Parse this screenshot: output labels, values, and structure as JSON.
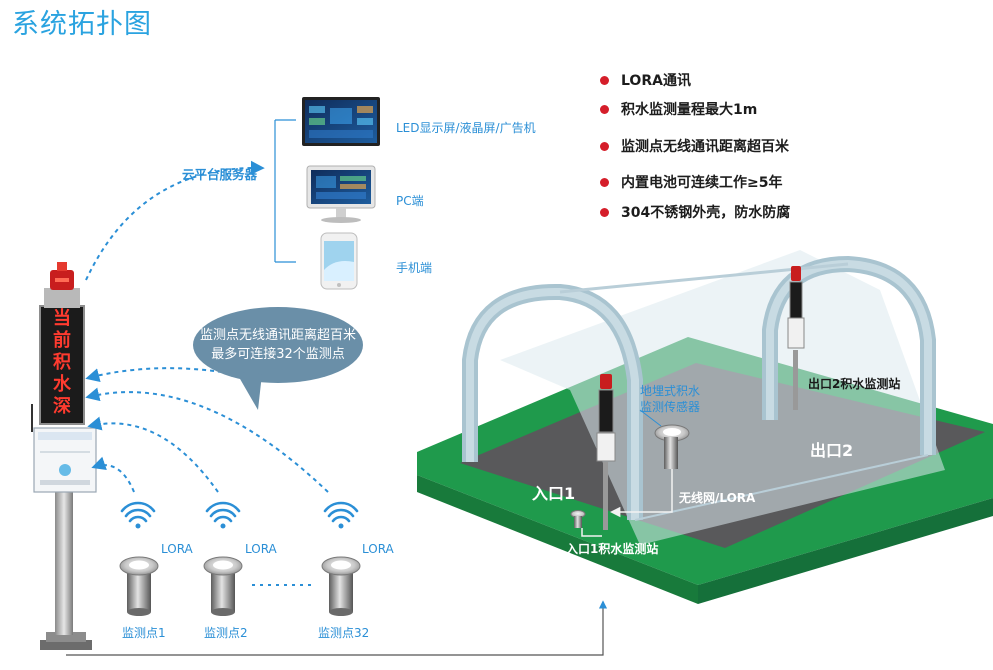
{
  "title": "系统拓扑图",
  "cloud_label": "云平台服务器",
  "terminals": {
    "led": "LED显示屏/液晶屏/广告机",
    "pc": "PC端",
    "phone": "手机端"
  },
  "features": [
    "LORA通讯",
    "积水监测量程最大1m",
    "监测点无线通讯距离超百米",
    "内置电池可连续工作≥5年",
    "304不锈钢外壳，防水防腐"
  ],
  "bubble": {
    "line1": "监测点无线通讯距离超百米",
    "line2": "最多可连接32个监测点"
  },
  "led_chars": [
    "当",
    "前",
    "积",
    "水",
    "深"
  ],
  "sensors": [
    {
      "lora": "LORA",
      "label": "监测点1"
    },
    {
      "lora": "LORA",
      "label": "监测点2"
    },
    {
      "lora": "LORA",
      "label": "监测点32"
    }
  ],
  "scene": {
    "entrance": "入口1",
    "exit": "出口2",
    "entrance_station": "入口1积水监测站",
    "exit_station": "出口2积水监测站",
    "sensor_line1": "地埋式积水",
    "sensor_line2": "监测传感器",
    "wireless": "无线网/LORA"
  },
  "colors": {
    "title": "#2aa3e0",
    "accent_blue": "#2b8fd6",
    "dot_red": "#d51e2a",
    "ground_green": "#1f9a4c",
    "road_gray": "#59595b",
    "bubble": "#6a8fa8"
  }
}
